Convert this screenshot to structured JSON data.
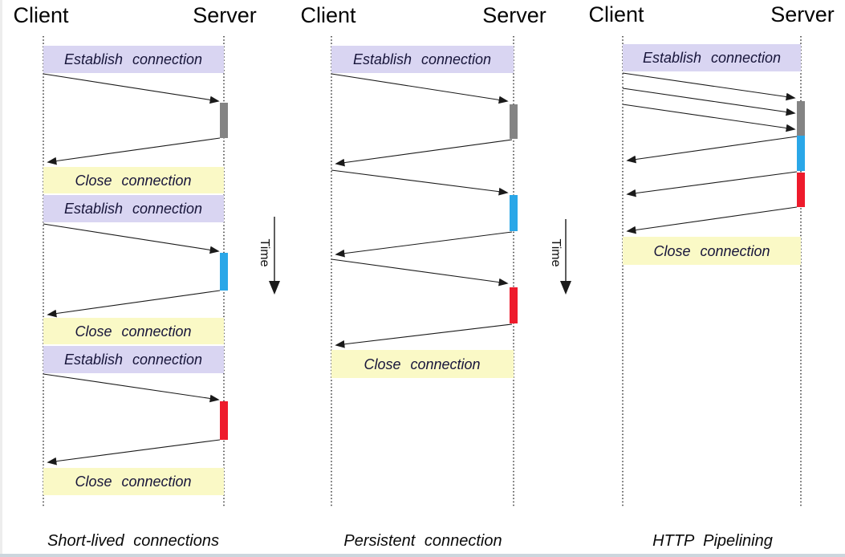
{
  "labels": {
    "client": "Client",
    "server": "Server",
    "establish": "Establish connection",
    "close": "Close connection",
    "time": "Time"
  },
  "columns": [
    {
      "caption": "Short-lived connections",
      "connections_shown": 3,
      "requests_shown": 3
    },
    {
      "caption": "Persistent connection",
      "connections_shown": 1,
      "requests_shown": 3
    },
    {
      "caption": "HTTP Pipelining",
      "connections_shown": 1,
      "requests_shown": 3
    }
  ],
  "colors": {
    "establish_bg": "#D9D5F2",
    "close_bg": "#FAF9C6",
    "bar_gray": "#848484",
    "bar_blue": "#2AA7E8",
    "bar_red": "#EE1B2C",
    "arrow": "#1a1a1a"
  }
}
